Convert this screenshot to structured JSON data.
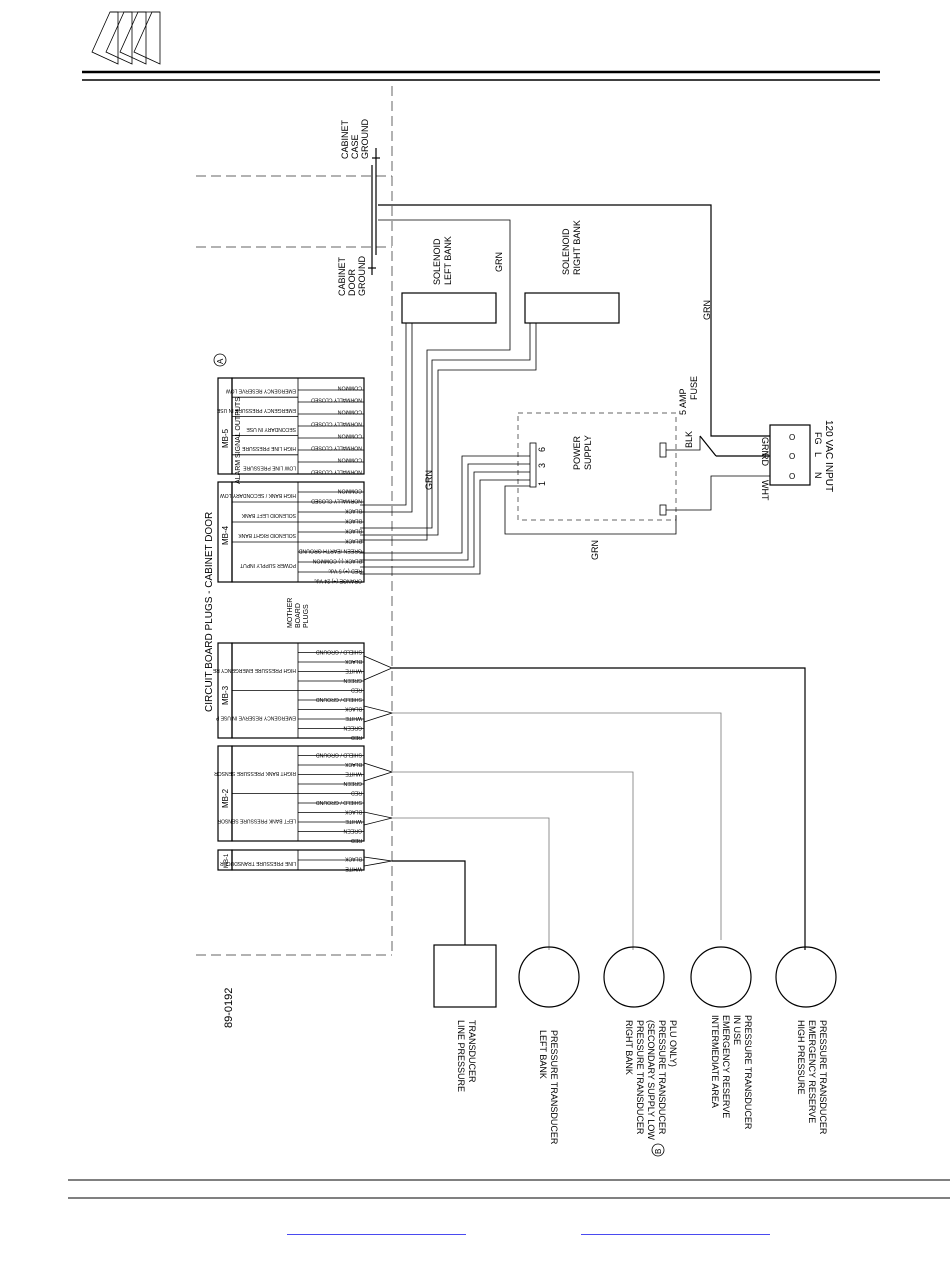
{
  "drawing_number": "89-0192",
  "title": "CIRCUIT BOARD PLUGS  -  CABINET DOOR",
  "mother_board_label": [
    "MOTHER",
    "BOARD",
    "PLUGS"
  ],
  "note_a": "A",
  "note_b": "B",
  "grounds": {
    "case": [
      "CABINET",
      "CASE",
      "GROUND"
    ],
    "door": [
      "CABINET",
      "DOOR",
      "GROUND"
    ]
  },
  "solenoids": {
    "left": [
      "SOLENOID",
      "LEFT BANK"
    ],
    "right": [
      "SOLENOID",
      "RIGHT BANK"
    ]
  },
  "wire_labels": {
    "grn": "GRN",
    "blk": "BLK",
    "wht": "WHT",
    "rd": "RD"
  },
  "power_supply": [
    "POWER",
    "SUPPLY"
  ],
  "power_supply_pins": [
    "6",
    "3",
    "1"
  ],
  "fuse": [
    "5 AMP",
    "FUSE"
  ],
  "input": {
    "label": "120 VAC INPUT",
    "terminals": [
      "FG",
      "L",
      "N"
    ],
    "pin": "O"
  },
  "plugs": {
    "mb5": {
      "name": "MB-5",
      "group": "ALARM SIGNAL OUTPUTS",
      "rows": [
        "COMMON",
        "NORMALLY CLOSED",
        "COMMON",
        "NORMALLY CLOSED",
        "COMMON",
        "NORMALLY CLOSED",
        "COMMON",
        "NORMALLY CLOSED"
      ],
      "signals": [
        "EMERGENCY RESERVE LOW",
        "EMERGENCY PRESSURE IN USE",
        "SECONDARY IN USE",
        "HIGH LINE PRESSURE",
        "LOW LINE PRESSURE"
      ]
    },
    "mb4": {
      "name": "MB-4",
      "rows": [
        "COMMON",
        "NORMALLY CLOSED",
        "BLACK",
        "BLACK",
        "BLACK",
        "BLACK",
        "GREEN /EARTH GROUND",
        "BLACK  (-) COMMON",
        "RED   (+) 5 Vdc",
        "ORANGE (+) 24 Vdc"
      ],
      "signals": [
        "HIGH BANK / SECONDARY LOW",
        "SOLENOID LEFT BANK",
        "SOLENOID RIGHT BANK",
        "POWER SUPPLY INPUT"
      ]
    },
    "mb3": {
      "name": "MB-3",
      "rows": [
        "SHIELD / GROUND",
        "BLACK",
        "WHITE",
        "GREEN",
        "RED",
        "SHIELD / GROUND",
        "BLACK",
        "WHITE",
        "GREEN",
        "RED"
      ],
      "signals": [
        "HIGH PRESSURE EMERGENCY RESERVE PRESSURE SENSOR",
        "EMERGENCY RESERVE IN USE PRESSURE SENSOR"
      ]
    },
    "mb2": {
      "name": "MB-2",
      "rows": [
        "SHIELD / GROUND",
        "BLACK",
        "WHITE",
        "GREEN",
        "RED",
        "SHIELD / GROUND",
        "BLACK",
        "WHITE",
        "GREEN",
        "RED"
      ],
      "signals": [
        "RIGHT BANK PRESSURE SENSOR",
        "LEFT BANK PRESSURE SENSOR"
      ]
    },
    "mb1": {
      "name": "MB-1",
      "rows": [
        "BLACK",
        "WHITE"
      ],
      "signals": [
        "LINE PRESSURE TRANSDUCER"
      ]
    }
  },
  "transducers": [
    {
      "lines": [
        "LINE PRESSURE",
        "TRANSDUCER"
      ]
    },
    {
      "lines": [
        "LEFT BANK",
        "PRESSURE TRANSDUCER"
      ]
    },
    {
      "lines": [
        "RIGHT BANK",
        "PRESSURE TRANSDUCER",
        "(SECONDARY SUPPLY LOW",
        "PRESSURE TRANSDUCER",
        "PLU ONLY)"
      ]
    },
    {
      "lines": [
        "INTERMEDIATE AREA",
        "EMERGENCY RESERVE",
        "IN USE",
        "PRESSURE TRANSDUCER"
      ]
    },
    {
      "lines": [
        "HIGH PRESSURE",
        "EMERGENCY RESERVE",
        "PRESSURE TRANSDUCER"
      ]
    }
  ],
  "colors": {
    "ink": "#000000",
    "link": "#4a4af0",
    "leader": "#777777"
  }
}
